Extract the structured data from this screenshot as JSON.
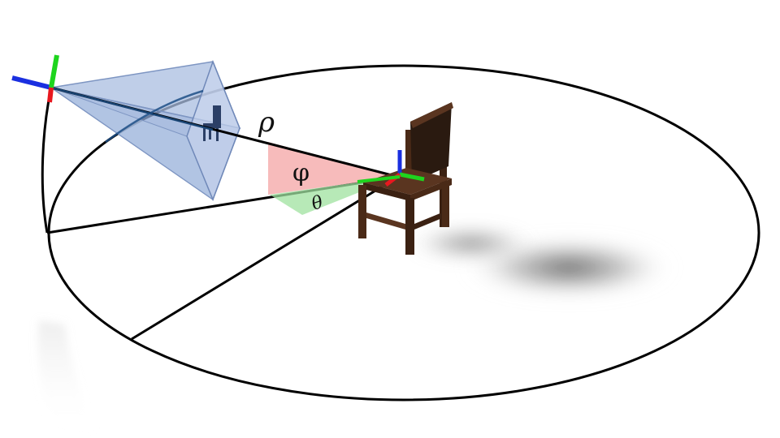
{
  "labels": {
    "rho": "ρ",
    "phi": "φ",
    "theta": "θ"
  },
  "colors": {
    "background": "#ffffff",
    "line": "#000000",
    "frustum_fill": "#9fb5d9",
    "frustum_edge": "#6f88b8",
    "phi_fill": "#f4a4a4",
    "theta_fill": "#9fe19f",
    "axis_x": "#e8181f",
    "axis_y": "#1ed51e",
    "axis_z": "#1a2fe0",
    "chair_wood": "#4a2a17",
    "chair_wood_light": "#6b3d22",
    "shadow": "#555555",
    "arc": "#1d4f86"
  },
  "icons": {
    "camera": "camera-frustum-icon",
    "object": "chair-icon"
  }
}
